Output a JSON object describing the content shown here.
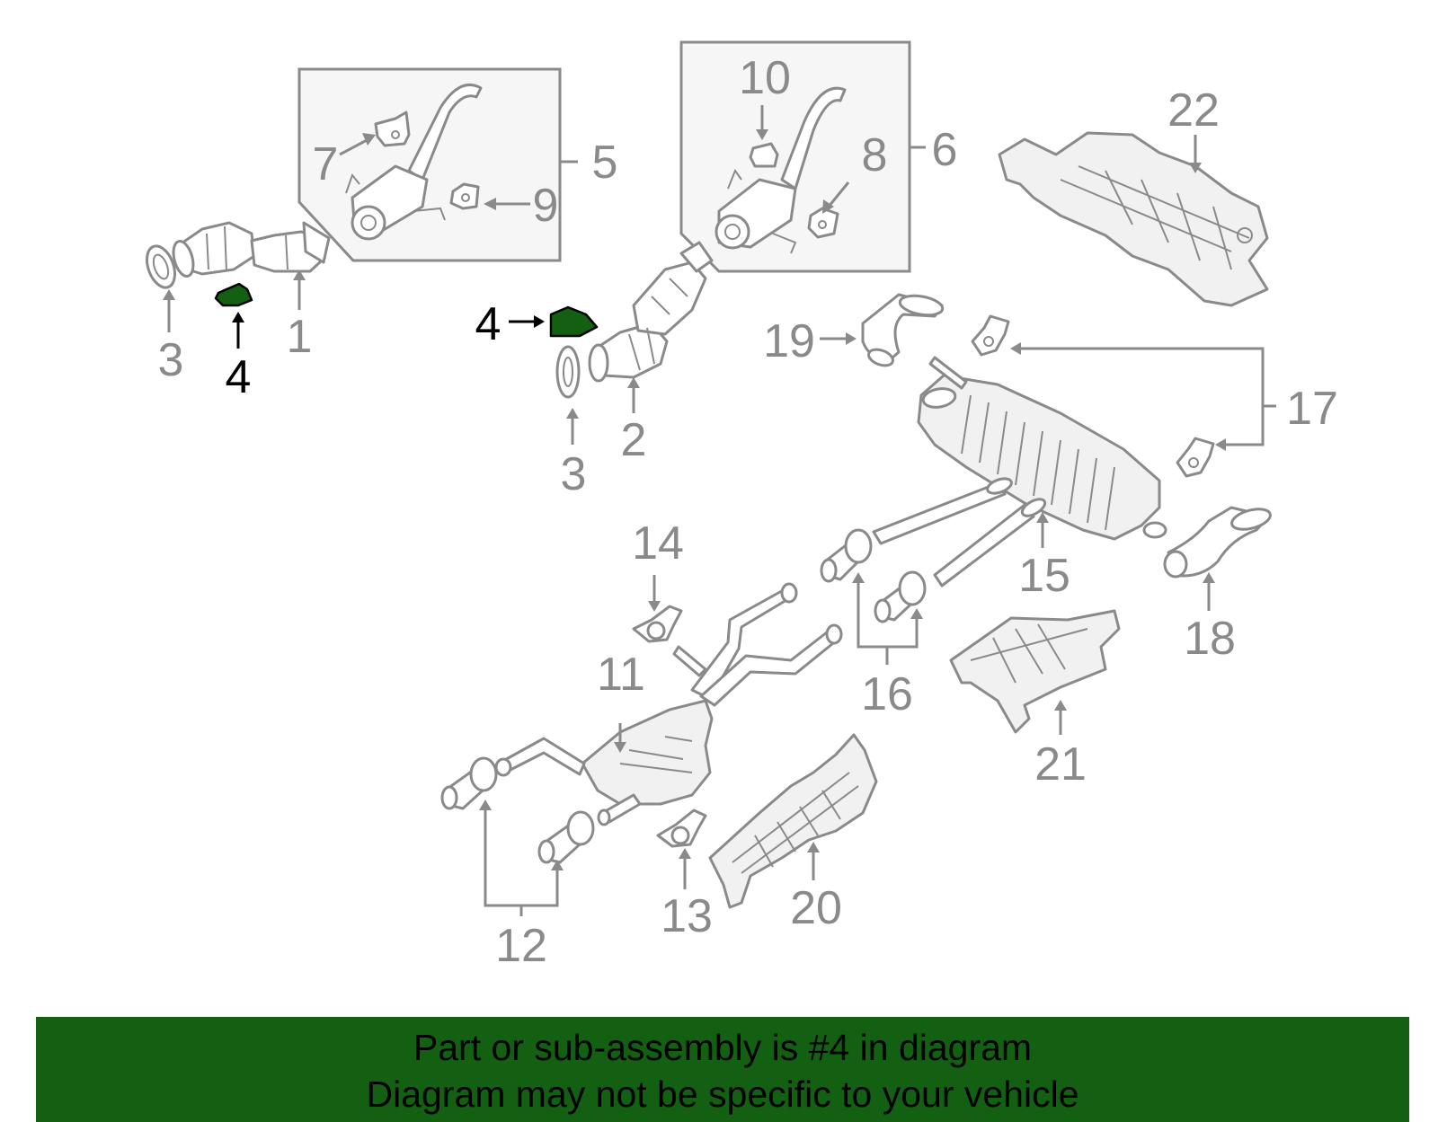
{
  "colors": {
    "highlight": "#136013",
    "line_gray": "#8a8a8a",
    "banner_bg": "#136013",
    "text": "#000000"
  },
  "callouts": {
    "c1": "1",
    "c2": "2",
    "c3a": "3",
    "c3b": "3",
    "c4a": "4",
    "c4b": "4",
    "c5": "5",
    "c6": "6",
    "c7": "7",
    "c8": "8",
    "c9": "9",
    "c10": "10",
    "c11": "11",
    "c12": "12",
    "c13": "13",
    "c14": "14",
    "c15": "15",
    "c16": "16",
    "c17": "17",
    "c18": "18",
    "c19": "19",
    "c20": "20",
    "c21": "21",
    "c22": "22"
  },
  "highlighted_part": "4",
  "banner": {
    "line1": "Part or sub-assembly is #4 in diagram",
    "line2": "Diagram may not be specific to your vehicle"
  }
}
